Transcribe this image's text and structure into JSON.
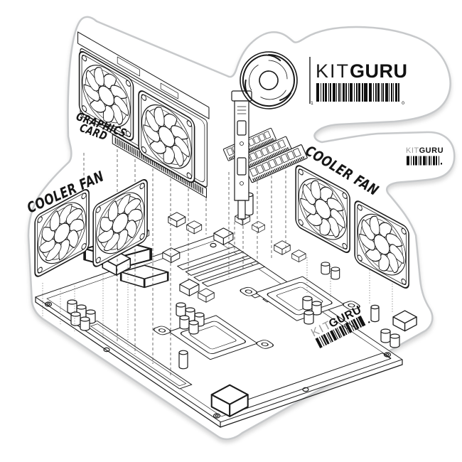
{
  "page": {
    "background": "#ffffff",
    "description": "KitGuru die-cut sticker: exploded isometric line-art of PC components"
  },
  "colors": {
    "ink": "#1a1a1a",
    "sticker_outline": "#c7c9cb",
    "sticker_fill": "#ffffff",
    "kit_light_gray": "#9b9b9b"
  },
  "logo": {
    "kit": "KIT",
    "guru": "GURU",
    "digit_left": "1",
    "digit_right": "0"
  },
  "mini_badge": {
    "kit": "KIT",
    "guru": "GURU"
  },
  "board_badge": {
    "kit": "KIT",
    "guru": "GURU"
  },
  "labels": {
    "graphics_card_line1": "GRAPHICS",
    "graphics_card_line2": "CARD",
    "cooler_fan_left": "COOLER FAN",
    "cooler_fan_right": "COOLER FAN"
  },
  "barcode": {
    "dasharray": "4 2 1 2 2 1 3 2 1 1 2 2 4 1 1 2 2 1 1 2 3 1 2 2 1 1 4 2 1 2 2 1 3 2 2 1 5 2"
  },
  "components": [
    {
      "id": "graphics-card",
      "label": "GRAPHICS CARD"
    },
    {
      "id": "ram-modules",
      "count": 3
    },
    {
      "id": "cooler-fans-left",
      "label": "COOLER FAN",
      "count": 2
    },
    {
      "id": "cooler-fans-right",
      "label": "COOLER FAN",
      "count": 2
    },
    {
      "id": "motherboard",
      "badge": "KITGURU"
    }
  ]
}
